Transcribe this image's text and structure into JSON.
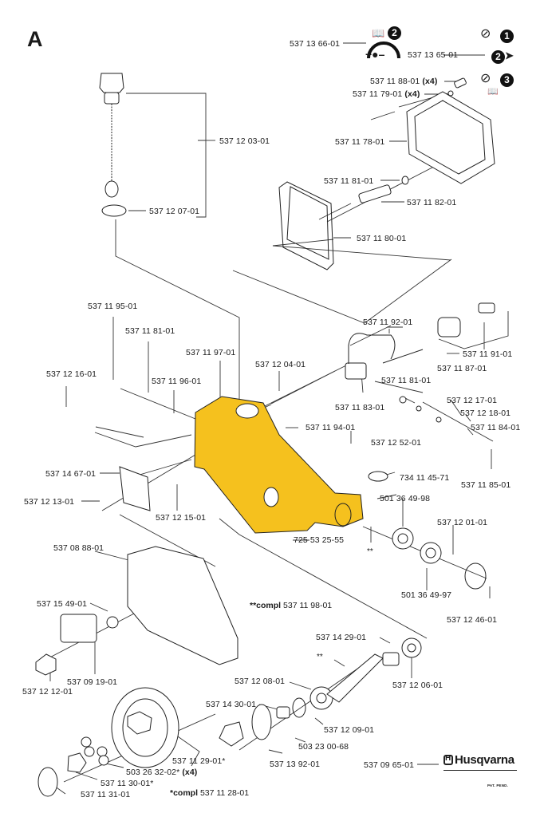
{
  "section_letter": "A",
  "brand": {
    "name": "Husqvarna",
    "patent_note": "PAT. PEND."
  },
  "colors": {
    "highlight_part": "#f5c11e",
    "line": "#333333",
    "background": "#ffffff"
  },
  "instruction_icons": {
    "step1": "1",
    "step2": "2",
    "step3": "3",
    "adjust_step": "2",
    "icons": [
      "book-icon",
      "adjust-counterclockwise-icon",
      "adjust-clockwise-icon",
      "arrow-right-icon",
      "oil-flow-gauge-icon"
    ]
  },
  "parts": [
    {
      "id": "537 13 66-01",
      "qty": ""
    },
    {
      "id": "537 13 65-01",
      "qty": ""
    },
    {
      "id": "537 11 88-01",
      "qty": "(x4)"
    },
    {
      "id": "537 11 79-01",
      "qty": "(x4)"
    },
    {
      "id": "537 11 78-01",
      "qty": ""
    },
    {
      "id": "537 12 03-01",
      "qty": ""
    },
    {
      "id": "537 11 81-01",
      "qty": ""
    },
    {
      "id": "537 11 82-01",
      "qty": ""
    },
    {
      "id": "537 12 07-01",
      "qty": ""
    },
    {
      "id": "537 11 80-01",
      "qty": ""
    },
    {
      "id": "537 11 95-01",
      "qty": ""
    },
    {
      "id": "537 11 92-01",
      "qty": ""
    },
    {
      "id": "537 11 81-01",
      "qty": ""
    },
    {
      "id": "537 11 97-01",
      "qty": ""
    },
    {
      "id": "537 11 91-01",
      "qty": ""
    },
    {
      "id": "537 12 04-01",
      "qty": ""
    },
    {
      "id": "537 11 87-01",
      "qty": ""
    },
    {
      "id": "537 12 16-01",
      "qty": ""
    },
    {
      "id": "537 11 96-01",
      "qty": ""
    },
    {
      "id": "537 11 81-01",
      "qty": ""
    },
    {
      "id": "537 11 83-01",
      "qty": ""
    },
    {
      "id": "537 12 17-01",
      "qty": ""
    },
    {
      "id": "537 12 18-01",
      "qty": ""
    },
    {
      "id": "537 11 94-01",
      "qty": ""
    },
    {
      "id": "537 11 84-01",
      "qty": ""
    },
    {
      "id": "537 12 52-01",
      "qty": ""
    },
    {
      "id": "537 14 67-01",
      "qty": ""
    },
    {
      "id": "734 11 45-71",
      "qty": ""
    },
    {
      "id": "537 11 85-01",
      "qty": ""
    },
    {
      "id": "537 12 13-01",
      "qty": ""
    },
    {
      "id": "537 12 15-01",
      "qty": ""
    },
    {
      "id": "501 36 49-98",
      "qty": ""
    },
    {
      "id": "537 12 01-01",
      "qty": ""
    },
    {
      "id": "725 53 25-55",
      "qty": ""
    },
    {
      "id": "537 08 88-01",
      "qty": ""
    },
    {
      "id": "501 36 49-97",
      "qty": ""
    },
    {
      "id": "537 12 46-01",
      "qty": ""
    },
    {
      "id": "537 15 49-01",
      "qty": ""
    },
    {
      "id": "537 14 29-01",
      "qty": ""
    },
    {
      "id": "537 12 08-01",
      "qty": ""
    },
    {
      "id": "537 12 06-01",
      "qty": ""
    },
    {
      "id": "537 09 19-01",
      "qty": ""
    },
    {
      "id": "537 12 12-01",
      "qty": ""
    },
    {
      "id": "537 14 30-01",
      "qty": ""
    },
    {
      "id": "537 12 09-01",
      "qty": ""
    },
    {
      "id": "503 23 00-68",
      "qty": ""
    },
    {
      "id": "537 11 29-01*",
      "qty": ""
    },
    {
      "id": "537 13 92-01",
      "qty": ""
    },
    {
      "id": "503 26 32-02*",
      "qty": "(x4)"
    },
    {
      "id": "537 09 65-01",
      "qty": ""
    },
    {
      "id": "537 11 30-01*",
      "qty": ""
    },
    {
      "id": "537 11 31-01",
      "qty": ""
    }
  ],
  "notes": {
    "double_star": {
      "prefix": "**compl",
      "part": "537 11 98-01"
    },
    "single_star": {
      "prefix": "*compl",
      "part": "537 11 28-01"
    },
    "double_star_marker": "**"
  }
}
